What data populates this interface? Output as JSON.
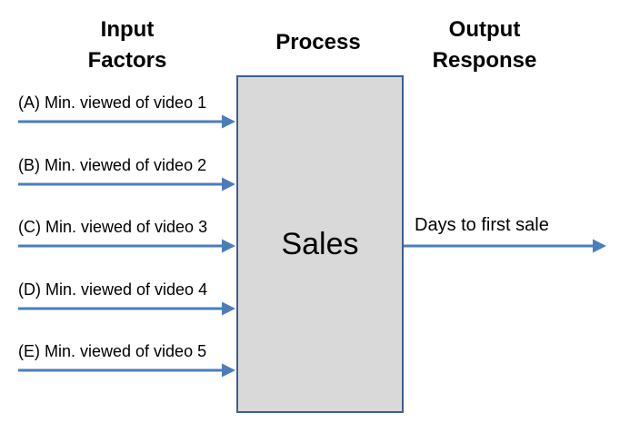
{
  "headings": {
    "input": "Input\nFactors",
    "process": "Process",
    "output": "Output\nResponse"
  },
  "inputs": [
    {
      "label": "(A) Min. viewed of video 1"
    },
    {
      "label": "(B) Min. viewed of video 2"
    },
    {
      "label": "(C) Min. viewed of video 3"
    },
    {
      "label": "(D) Min. viewed of video 4"
    },
    {
      "label": "(E) Min. viewed of video 5"
    }
  ],
  "process_box": {
    "label": "Sales"
  },
  "output": {
    "label": "Days to first sale"
  },
  "colors": {
    "arrow": "#4a7ebb",
    "box_fill": "#d9d9d9",
    "box_border": "#3f5f8f"
  }
}
